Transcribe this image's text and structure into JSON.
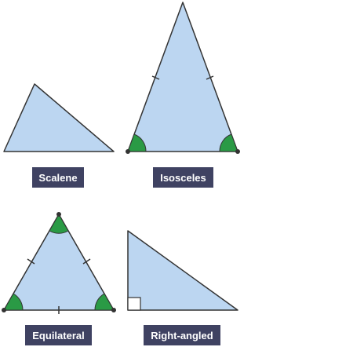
{
  "colors": {
    "fill": "#bcd6f1",
    "stroke": "#333333",
    "angle_mark": "#2a9a45",
    "label_bg": "#3f4262",
    "label_text": "#ffffff"
  },
  "triangles": [
    {
      "id": "scalene",
      "label": "Scalene"
    },
    {
      "id": "isosceles",
      "label": "Isosceles"
    },
    {
      "id": "equilateral",
      "label": "Equilateral"
    },
    {
      "id": "right-angled",
      "label": "Right-angled"
    }
  ]
}
